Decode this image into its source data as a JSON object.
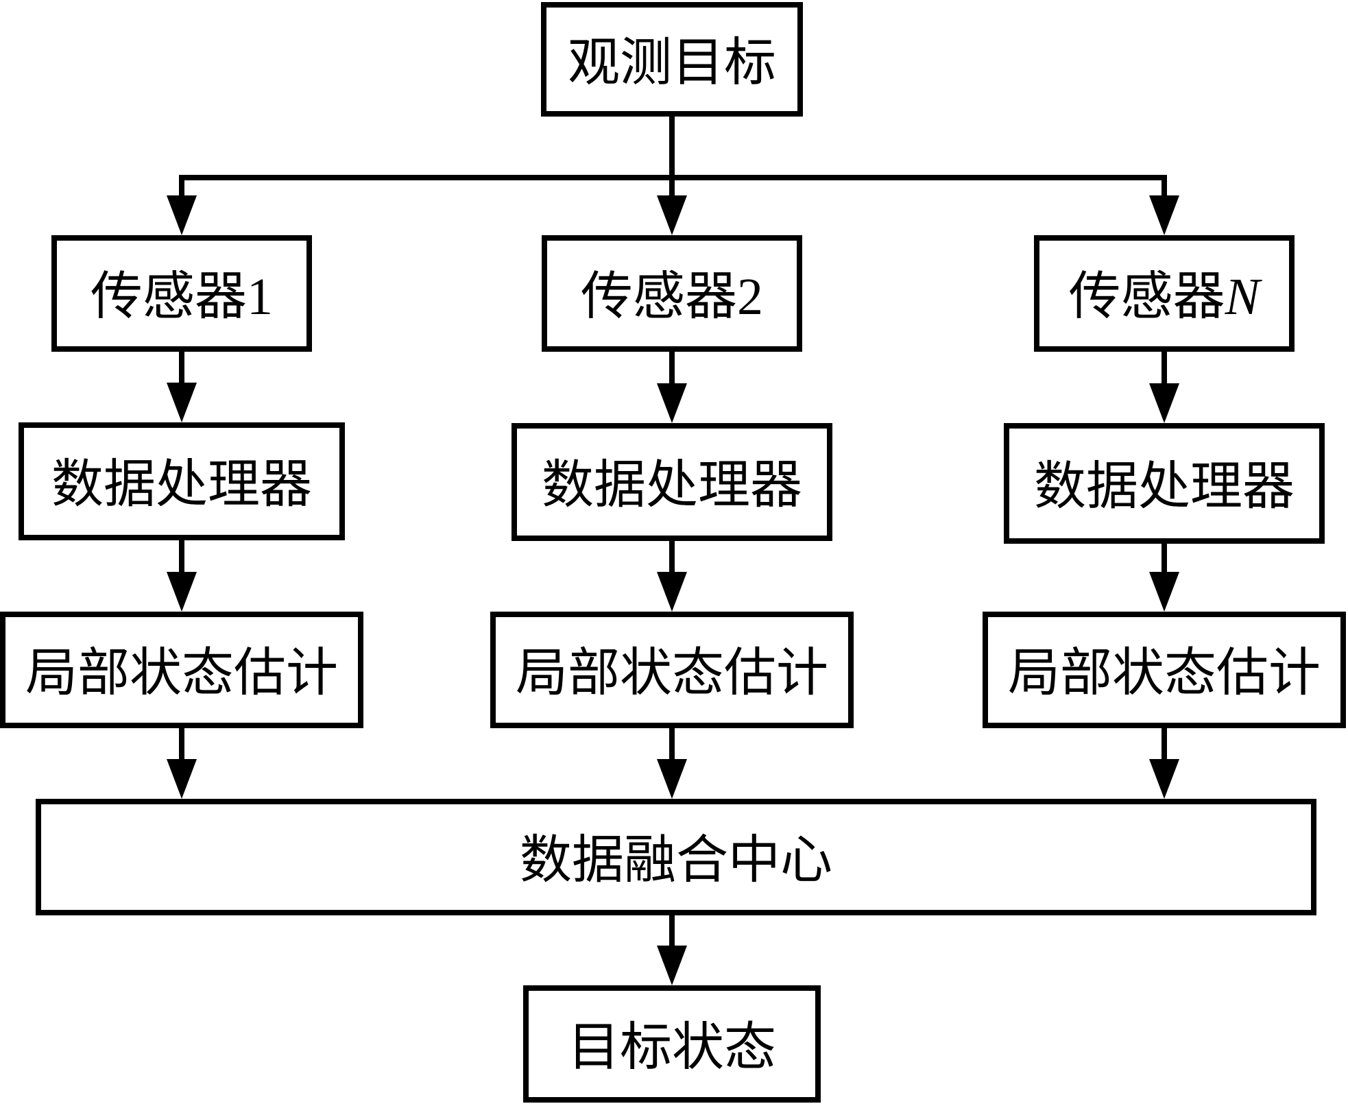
{
  "diagram": {
    "title": "multi-sensor distributed data fusion flowchart",
    "colors": {
      "line": "#000000",
      "box_fill": "#ffffff",
      "background": "#ffffff",
      "text": "#000000"
    },
    "nodes": {
      "target": {
        "label": "观测目标"
      },
      "sensor1": {
        "label": "传感器1"
      },
      "sensor2": {
        "label": "传感器2"
      },
      "sensorN": {
        "prefix": "传感器",
        "suffix": "N"
      },
      "processor1": {
        "label": "数据处理器"
      },
      "processor2": {
        "label": "数据处理器"
      },
      "processor3": {
        "label": "数据处理器"
      },
      "estimate1": {
        "label": "局部状态估计"
      },
      "estimate2": {
        "label": "局部状态估计"
      },
      "estimate3": {
        "label": "局部状态估计"
      },
      "fusion": {
        "label": "数据融合中心"
      },
      "state": {
        "label": "目标状态"
      }
    },
    "edges": [
      {
        "from": "target",
        "to": "sensor1"
      },
      {
        "from": "target",
        "to": "sensor2"
      },
      {
        "from": "target",
        "to": "sensorN"
      },
      {
        "from": "sensor1",
        "to": "processor1"
      },
      {
        "from": "sensor2",
        "to": "processor2"
      },
      {
        "from": "sensorN",
        "to": "processor3"
      },
      {
        "from": "processor1",
        "to": "estimate1"
      },
      {
        "from": "processor2",
        "to": "estimate2"
      },
      {
        "from": "processor3",
        "to": "estimate3"
      },
      {
        "from": "estimate1",
        "to": "fusion"
      },
      {
        "from": "estimate2",
        "to": "fusion"
      },
      {
        "from": "estimate3",
        "to": "fusion"
      },
      {
        "from": "fusion",
        "to": "state"
      }
    ]
  }
}
